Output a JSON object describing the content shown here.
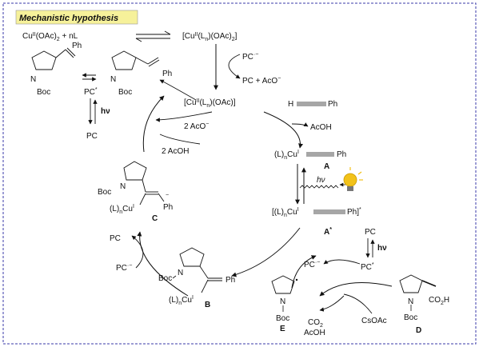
{
  "title": "Mechanistic hypothesis",
  "equilibrium": {
    "reactants": "Cu(II)(OAc)2 + nL",
    "product": "[Cu(II)(Ln)(OAc)2]"
  },
  "steps": {
    "pc_radical_anion": "PC·−",
    "pc_and_acetate": "PC + AcO−",
    "cu_intermediate": "[Cu(II)(Ln)(OAc)]",
    "alkyne": "H—≡—Ph",
    "acoh": "AcOH",
    "two_aco": "2 AcO−",
    "two_acoh": "2 AcOH",
    "co2_acoh": "CO2 AcOH",
    "csoac": "CsOAc"
  },
  "labels": {
    "A": "A",
    "A_star": "A*",
    "B": "B",
    "C": "C",
    "D": "D",
    "E": "E",
    "hv": "hν",
    "pc": "PC",
    "pc_excited": "PC*",
    "boc": "Boc",
    "ph": "Ph"
  },
  "colors": {
    "title_bg": "#f6f19a",
    "frame_border": "#3a3aa8",
    "bulb": "#f2c21a"
  }
}
